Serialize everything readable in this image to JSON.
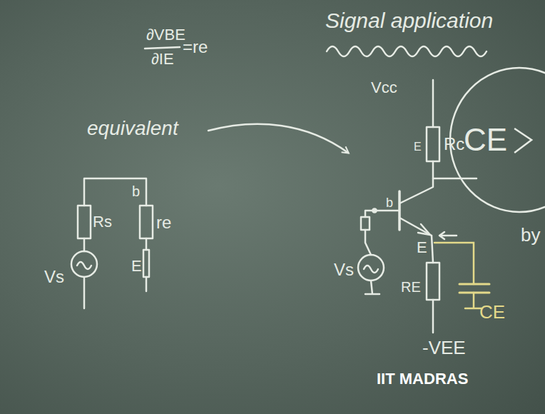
{
  "diagram": {
    "nodes": [
      {
        "text": [
          "CE"
        ]
      }
    ],
    "labels": [
      "Signal application",
      "∂VBE",
      "∂IE",
      "=re",
      "equivalent",
      "Vcc",
      "E",
      "Rc",
      "b",
      "Vs",
      "E",
      "RE",
      "CE",
      "-VEE",
      "by",
      "Rs",
      "b",
      "re",
      "Vs",
      "E",
      "IIT MADRAS"
    ]
  }
}
